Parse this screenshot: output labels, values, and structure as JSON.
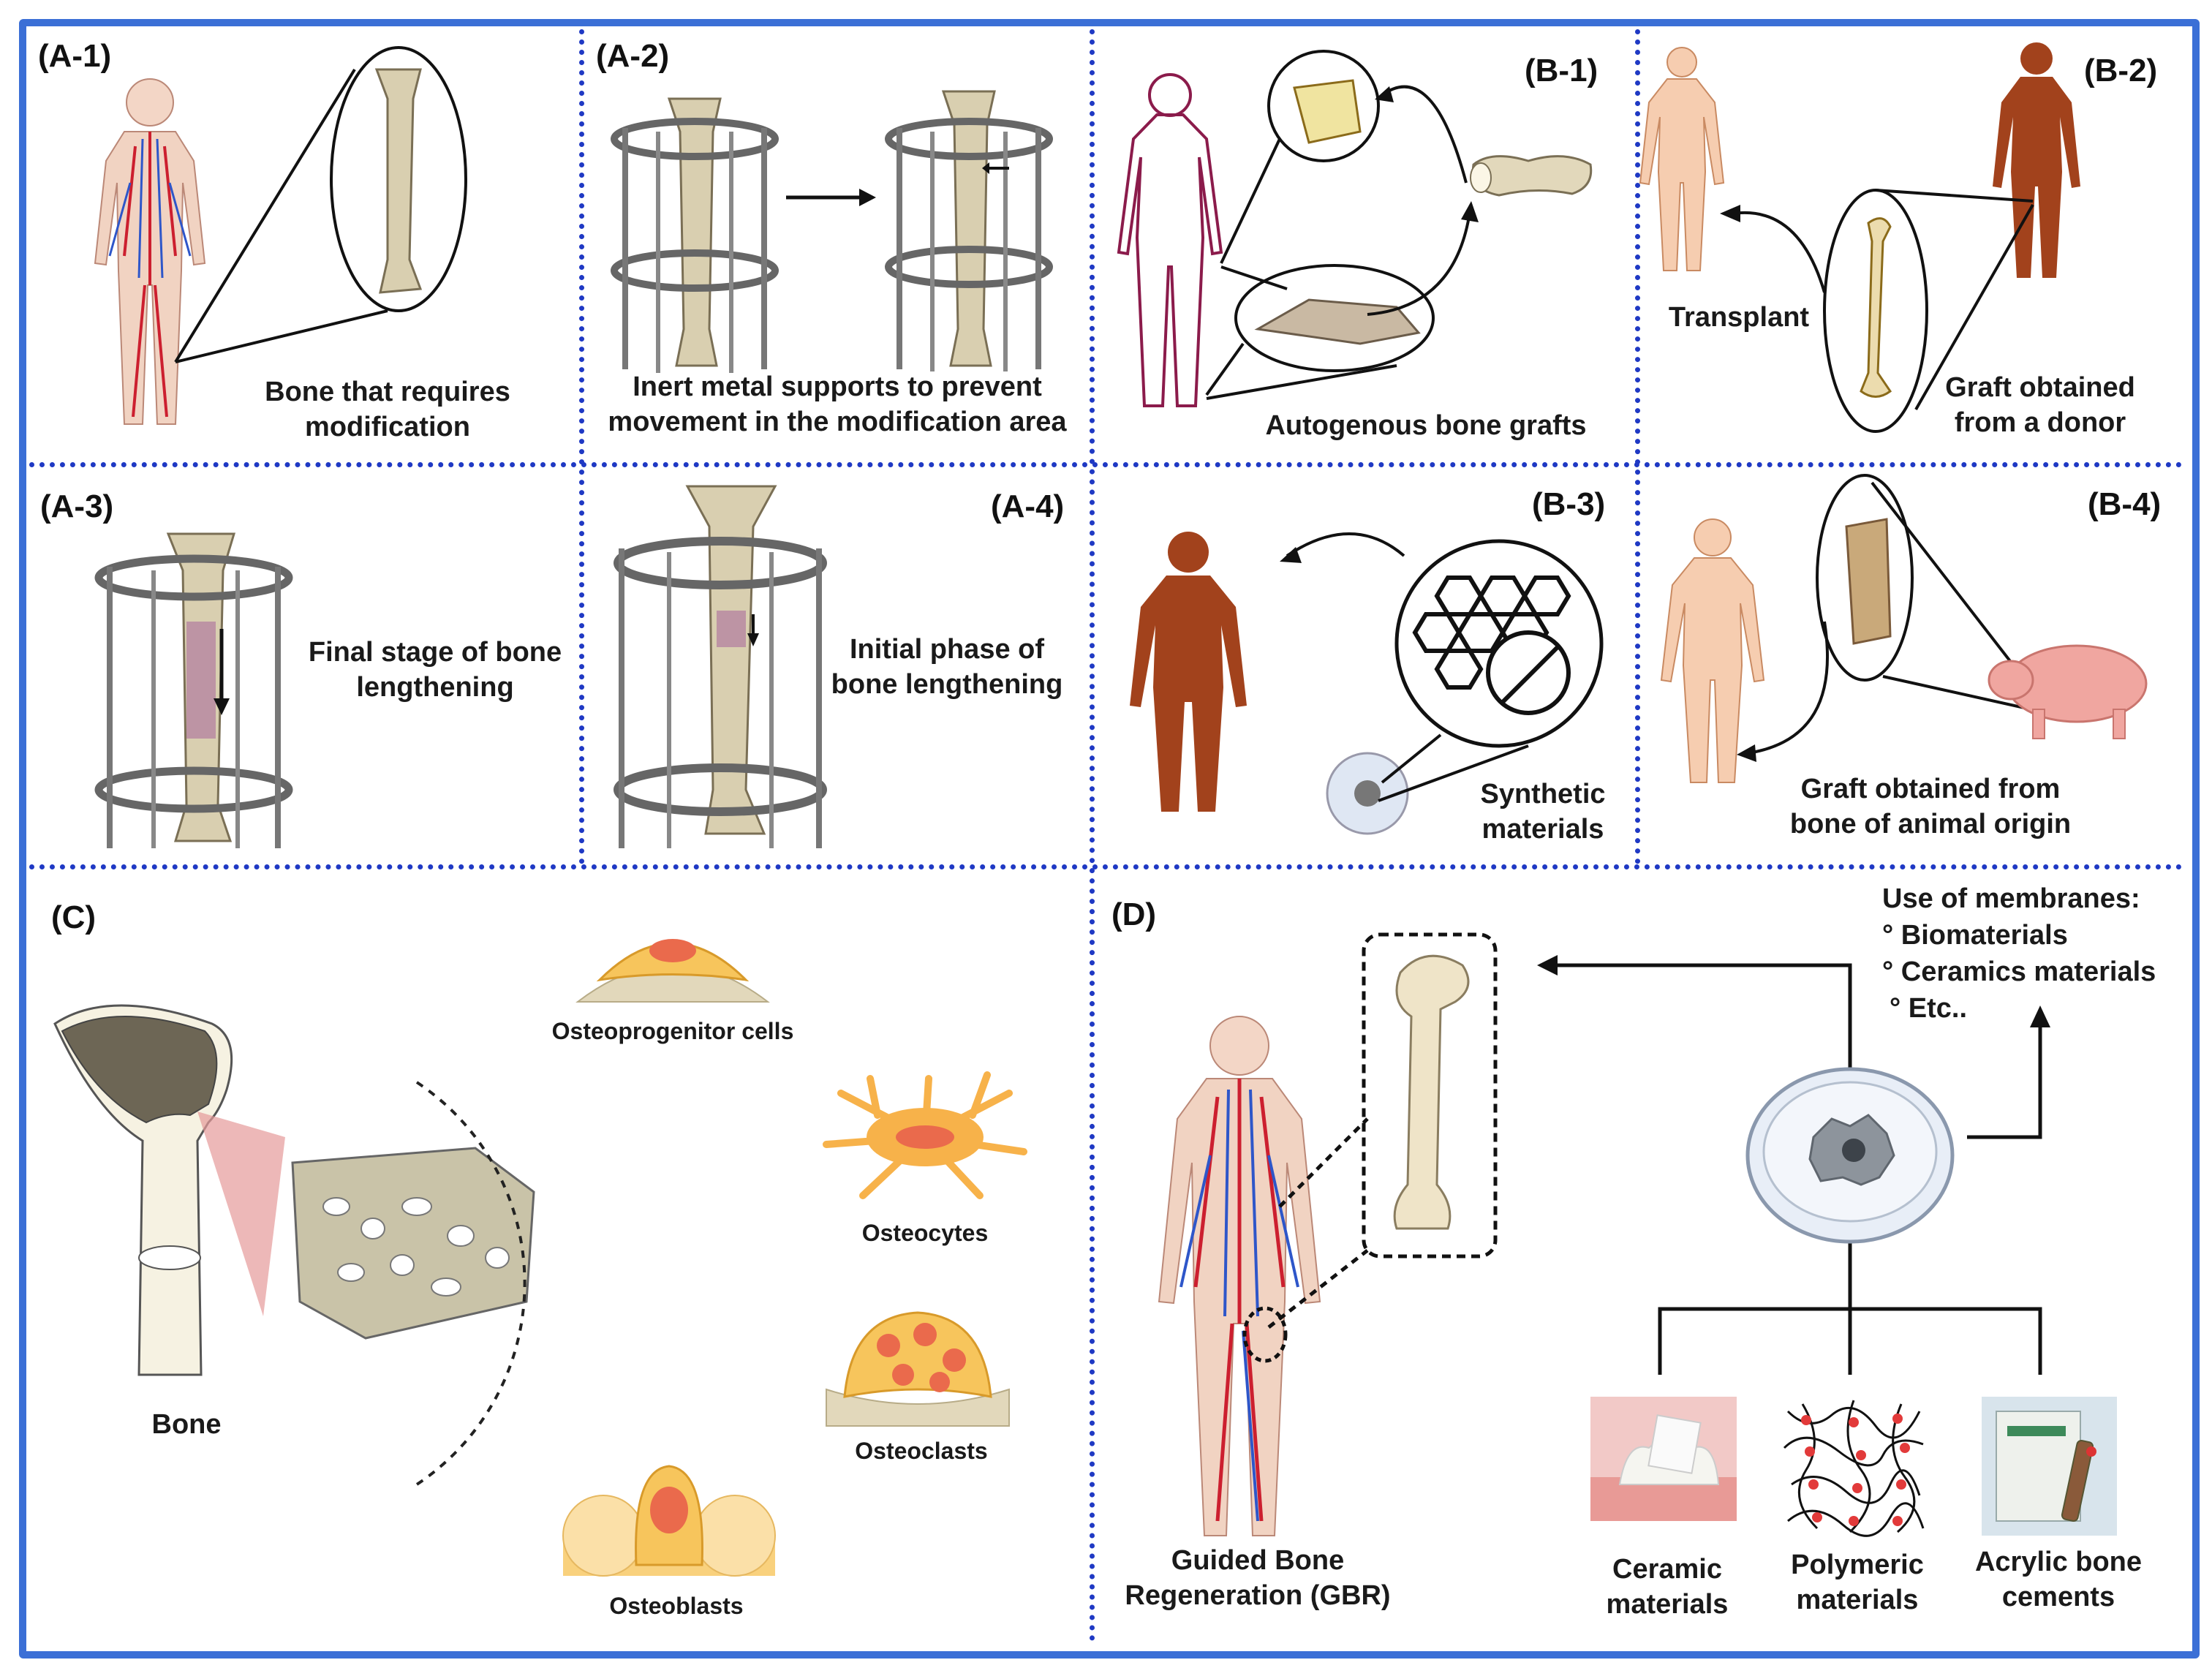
{
  "panels": {
    "a1": {
      "label": "(A-1)",
      "caption": [
        "Bone that requires",
        "modification"
      ]
    },
    "a2": {
      "label": "(A-2)",
      "caption": [
        "Inert metal supports to prevent",
        "movement in the modification area"
      ]
    },
    "a3": {
      "label": "(A-3)",
      "caption": [
        "Final stage of bone",
        "lengthening"
      ]
    },
    "a4": {
      "label": "(A-4)",
      "caption": [
        "Initial phase of",
        "bone lengthening"
      ]
    },
    "b1": {
      "label": "(B-1)",
      "caption": [
        "Autogenous bone grafts"
      ]
    },
    "b2": {
      "label": "(B-2)",
      "transplant": "Transplant",
      "caption": [
        "Graft obtained",
        "from a donor"
      ]
    },
    "b3": {
      "label": "(B-3)",
      "caption": [
        "Synthetic",
        "materials"
      ]
    },
    "b4": {
      "label": "(B-4)",
      "caption": [
        "Graft obtained from",
        "bone of animal origin"
      ]
    },
    "c": {
      "label": "(C)",
      "bone": "Bone",
      "cells": [
        "Osteoprogenitor cells",
        "Osteocytes",
        "Osteoclasts",
        "Osteoblasts"
      ]
    },
    "d": {
      "label": "(D)",
      "gbr": [
        "Guided Bone",
        "Regeneration (GBR)"
      ],
      "membranes_title": "Use of membranes:",
      "membranes": [
        "° Biomaterials",
        "° Ceramics materials",
        "° Etc.."
      ],
      "materials": [
        {
          "line1": "Ceramic",
          "line2": "materials"
        },
        {
          "line1": "Polymeric",
          "line2": "materials"
        },
        {
          "line1": "Acrylic bone",
          "line2": "cements"
        }
      ]
    }
  },
  "colors": {
    "frame": "#3b6fd6",
    "divider": "#1f39c4",
    "bone": "#d9cfb0",
    "skin_dark": "#a2421c",
    "skin_light": "#f6cdb0"
  }
}
